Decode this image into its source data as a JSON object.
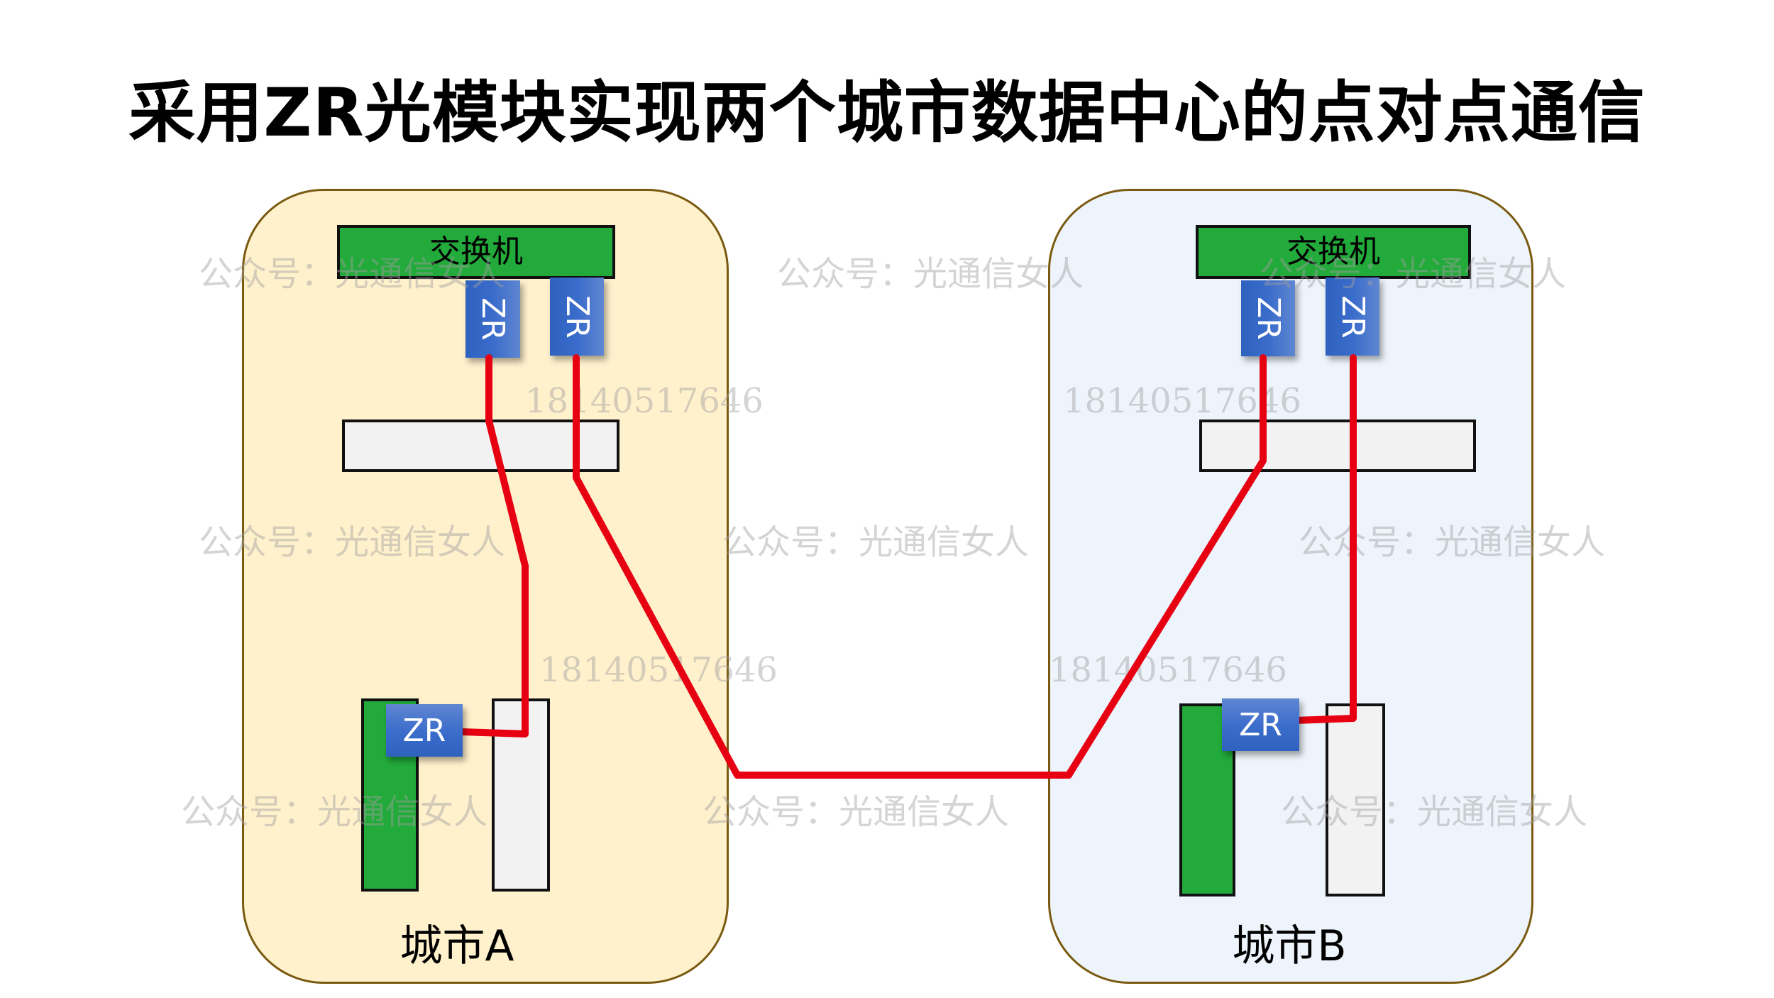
{
  "title": "采用ZR光模块实现两个城市数据中心的点对点通信",
  "cities": [
    {
      "label": "城市A",
      "switch_label": "交换机",
      "switch_zr_modules": [
        "ZR",
        "ZR"
      ],
      "rack_zr_module": "ZR"
    },
    {
      "label": "城市B",
      "switch_label": "交换机",
      "switch_zr_modules": [
        "ZR",
        "ZR"
      ],
      "rack_zr_module": "ZR"
    }
  ],
  "colors": {
    "city_a_bg": "#fff1cc",
    "city_b_bg": "#edf4fb",
    "city_border": "#7a5a10",
    "switch_green": "#22aa3a",
    "zr_blue": "#3a6ccb",
    "fiber_red": "#e60012",
    "panel_gray": "#f2f2f2"
  },
  "links": [
    {
      "from": "城市A 交换机 ZR 1",
      "to": "城市A 机架 ZR",
      "type": "local fiber"
    },
    {
      "from": "城市A 交换机 ZR 2",
      "to": "城市B 交换机 ZR 1",
      "type": "inter-city fiber"
    },
    {
      "from": "城市B 交换机 ZR 2",
      "to": "城市B 机架 ZR",
      "type": "local fiber"
    }
  ],
  "watermarks": {
    "account": "公众号：光通信女人",
    "phone": "18140517646"
  }
}
